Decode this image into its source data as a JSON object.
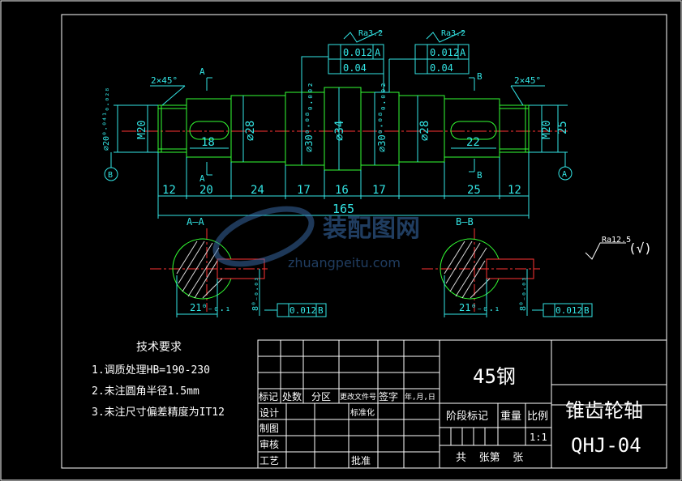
{
  "dims": {
    "d20_tol": "⌀20⁰·⁰⁴¹₀.₀₂₈",
    "m20_left": "M20",
    "m20_right": "M20",
    "d28_left": "⌀28",
    "d30_left": "⌀30⁰·⁰⁸₀.₀₀₂",
    "d34": "⌀34",
    "d30_right": "⌀30⁰·⁰⁸₀.₀₀₂",
    "d28_right": "⌀28",
    "d25": "25",
    "key_left": "18",
    "key_right": "22",
    "chamfer_left": "2×45°",
    "chamfer_right": "2×45°",
    "lengths": [
      "12",
      "20",
      "24",
      "17",
      "16",
      "17",
      "25",
      "12"
    ],
    "overall": "165",
    "sec_a_width": "21⁰₋₀.₁",
    "sec_b_width": "21⁰₋₀.₁",
    "sec_a_depth": "8⁰₋₀.₀₃",
    "sec_b_depth": "8⁰₋₀.₀₃"
  },
  "tolerance_frames": {
    "left": {
      "rough": "Ra3.2",
      "runout": "0.012",
      "runout_datum": "A",
      "cyl": "0.04"
    },
    "right": {
      "rough": "Ra3.2",
      "runout": "0.012",
      "runout_datum": "A",
      "cyl": "0.04"
    },
    "sec_a_sym": "0.012",
    "sec_a_datum": "B",
    "sec_b_sym": "0.012",
    "sec_b_datum": "B"
  },
  "section_labels": {
    "a_top": "A",
    "a_bottom": "A",
    "b_top": "B",
    "b_bottom": "B",
    "a_section": "A—A",
    "b_section": "B—B",
    "datum_left": "B",
    "datum_right": "A"
  },
  "roughness_general": "Ra12.5",
  "watermark": {
    "cn": "装配图网",
    "en": "zhuangpeitu.com"
  },
  "tech_req": {
    "title": "技术要求",
    "items": [
      "1.调质处理HB=190-230",
      "2.未注圆角半径1.5mm",
      "3.未注尺寸偏差精度为IT12"
    ]
  },
  "title_block": {
    "material": "45钢",
    "part_name": "锥齿轮轴",
    "drawing_no": "QHJ-04",
    "scale": "1:1",
    "headers": [
      "标记",
      "处数",
      "分区",
      "更改文件号",
      "签字",
      "年,月,日"
    ],
    "rows": [
      "设计",
      "制图",
      "审核",
      "工艺"
    ],
    "standardize": "标准化",
    "approve": "批准",
    "stage_mark": "阶段标记",
    "weight": "重量",
    "ratio": "比例",
    "sheets": "共  张第  张"
  }
}
